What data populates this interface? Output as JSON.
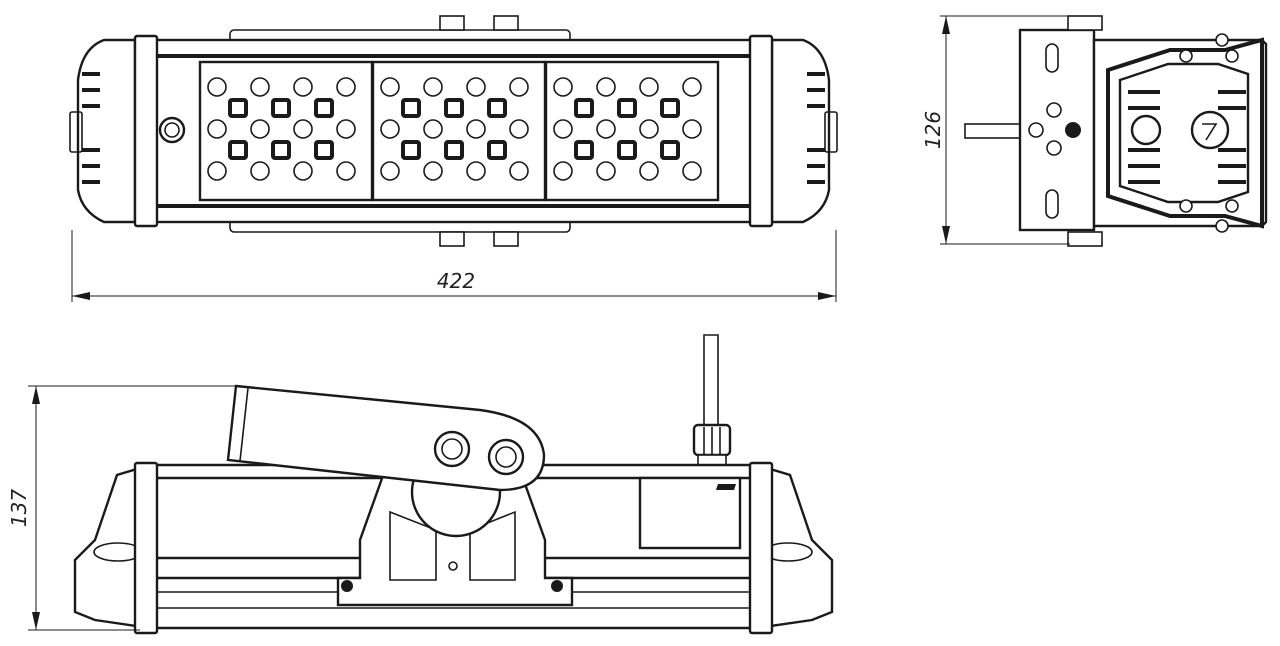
{
  "dimensions": {
    "width": "422",
    "depth": "126",
    "height": "137"
  },
  "colors": {
    "line": "#1a1a1a",
    "background": "#ffffff"
  }
}
